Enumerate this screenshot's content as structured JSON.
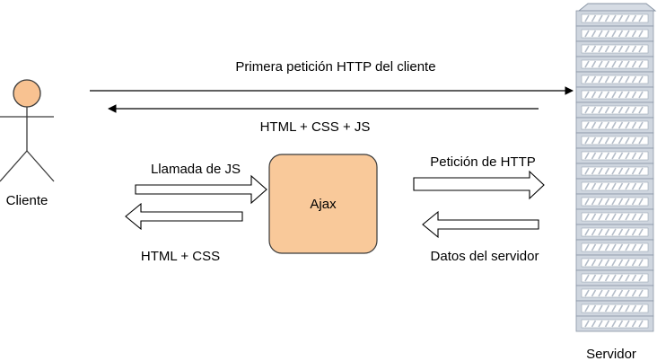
{
  "actors": {
    "client": {
      "label": "Cliente"
    },
    "server": {
      "label": "Servidor"
    },
    "ajax": {
      "label": "Ajax"
    }
  },
  "flows": {
    "first_request": "Primera petición HTTP del cliente",
    "full_response": "HTML + CSS + JS",
    "js_call": "Llamada de JS",
    "partial_response": "HTML + CSS",
    "http_request": "Petición de HTTP",
    "server_data": "Datos del servidor"
  },
  "colors": {
    "actor_fill": "#f8c291",
    "actor_stroke": "#3a3a3a",
    "ajax_fill": "#f9c99a",
    "server_panel": "#cfd6df",
    "server_slot": "#ffffff",
    "line": "#000000"
  },
  "icons": {
    "client": "stick-figure-icon",
    "server": "server-rack-icon"
  }
}
